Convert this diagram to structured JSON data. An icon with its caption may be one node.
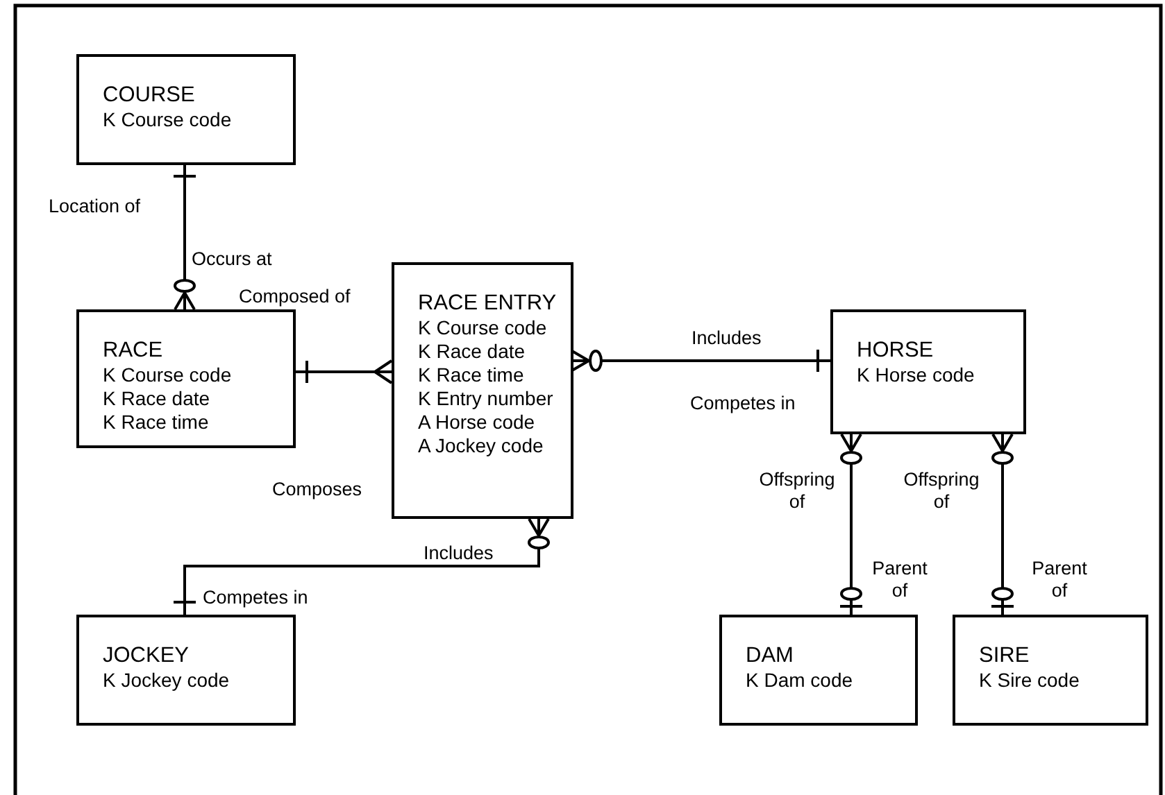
{
  "diagram": {
    "nodes": [
      {
        "text": [
          "COURSE",
          "K Course code"
        ]
      },
      {
        "text": [
          "RACE",
          "K Course code",
          "K Race date",
          "K Race time"
        ]
      },
      {
        "text": [
          "RACE ENTRY",
          "K Course code",
          "K Race date",
          "K Race time",
          "K Entry number",
          "A Horse code",
          "A Jockey code"
        ]
      },
      {
        "text": [
          "HORSE",
          "K Horse code"
        ]
      },
      {
        "text": [
          "JOCKEY",
          "K Jockey code"
        ]
      },
      {
        "text": [
          "DAM",
          "K Dam code"
        ]
      },
      {
        "text": [
          "SIRE",
          "K Sire code"
        ]
      }
    ],
    "edges": [
      {
        "from": 0,
        "to": 1,
        "arrow": "other"
      },
      {
        "from": 1,
        "to": 2,
        "arrow": "other"
      },
      {
        "from": 2,
        "to": 3,
        "arrow": "other"
      },
      {
        "from": 2,
        "to": 4,
        "arrow": "other"
      },
      {
        "from": 3,
        "to": 5,
        "arrow": "other"
      },
      {
        "from": 3,
        "to": 6,
        "arrow": "other"
      }
    ],
    "labels": [
      "Location of",
      "Occurs at",
      "Composed of",
      "Includes",
      "Competes in",
      "Composes",
      "Offspring of",
      "Offspring of",
      "Includes",
      "Parent of",
      "Parent of",
      "Competes in"
    ]
  }
}
